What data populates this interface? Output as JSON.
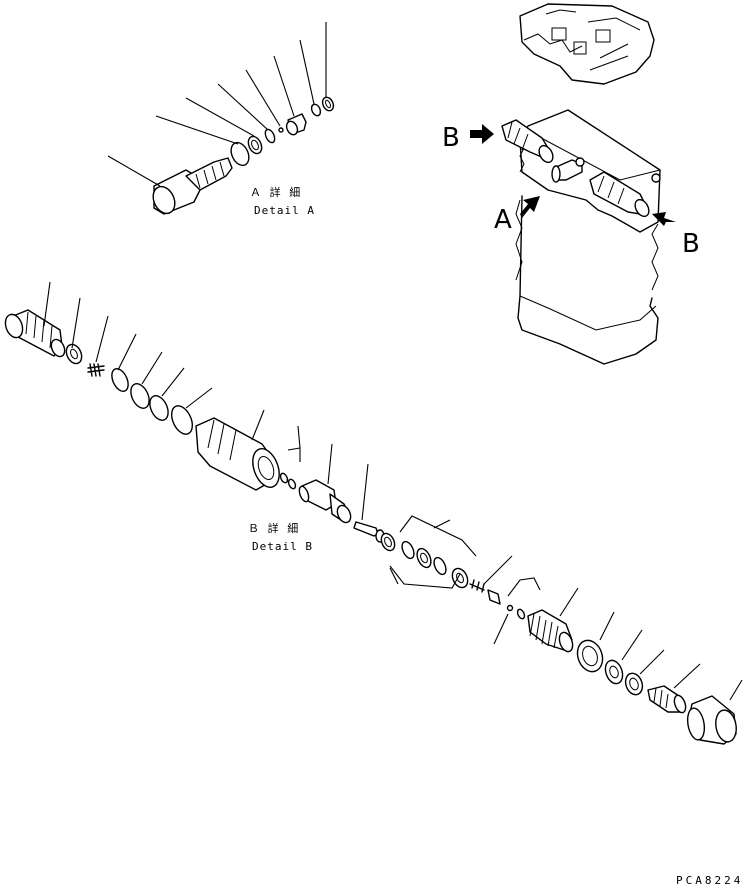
{
  "detail_a": {
    "title_jp": "Ａ 詳 細",
    "title_en": "Detail A"
  },
  "detail_b": {
    "title_jp": "Ｂ 詳 細",
    "title_en": "Detail B"
  },
  "view_labels": {
    "a": "A",
    "b_top": "B",
    "b_right": "B"
  },
  "drawing_code": "PCA8224"
}
